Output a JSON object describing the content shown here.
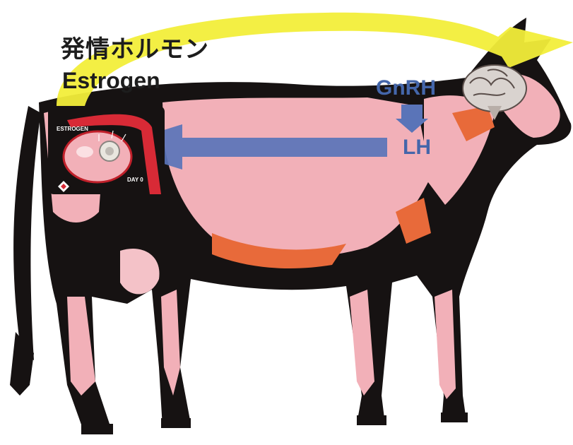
{
  "labels": {
    "hormone_jp": "発情ホルモン",
    "hormone_en": "Estrogen",
    "gnrh": "GnRH",
    "lh": "LH",
    "inset_estrogen": "ESTROGEN",
    "inset_day": "DAY 0"
  },
  "colors": {
    "cow_pink": "#f2b0b8",
    "cow_black": "#161212",
    "cow_orange": "#e86a3a",
    "estrogen_arrow": "#f2ee3a",
    "lh_arrow": "#5a74b8",
    "oviduct_red": "#d82a36"
  },
  "icons": {
    "brain": "brain-icon",
    "ovary": "ovary-icon",
    "follicle": "follicle-icon",
    "brain_to_ovary": "arrow-left-icon",
    "gnrh_to_lh": "arrow-down-icon",
    "ovary_to_brain": "curved-arrow-icon"
  }
}
